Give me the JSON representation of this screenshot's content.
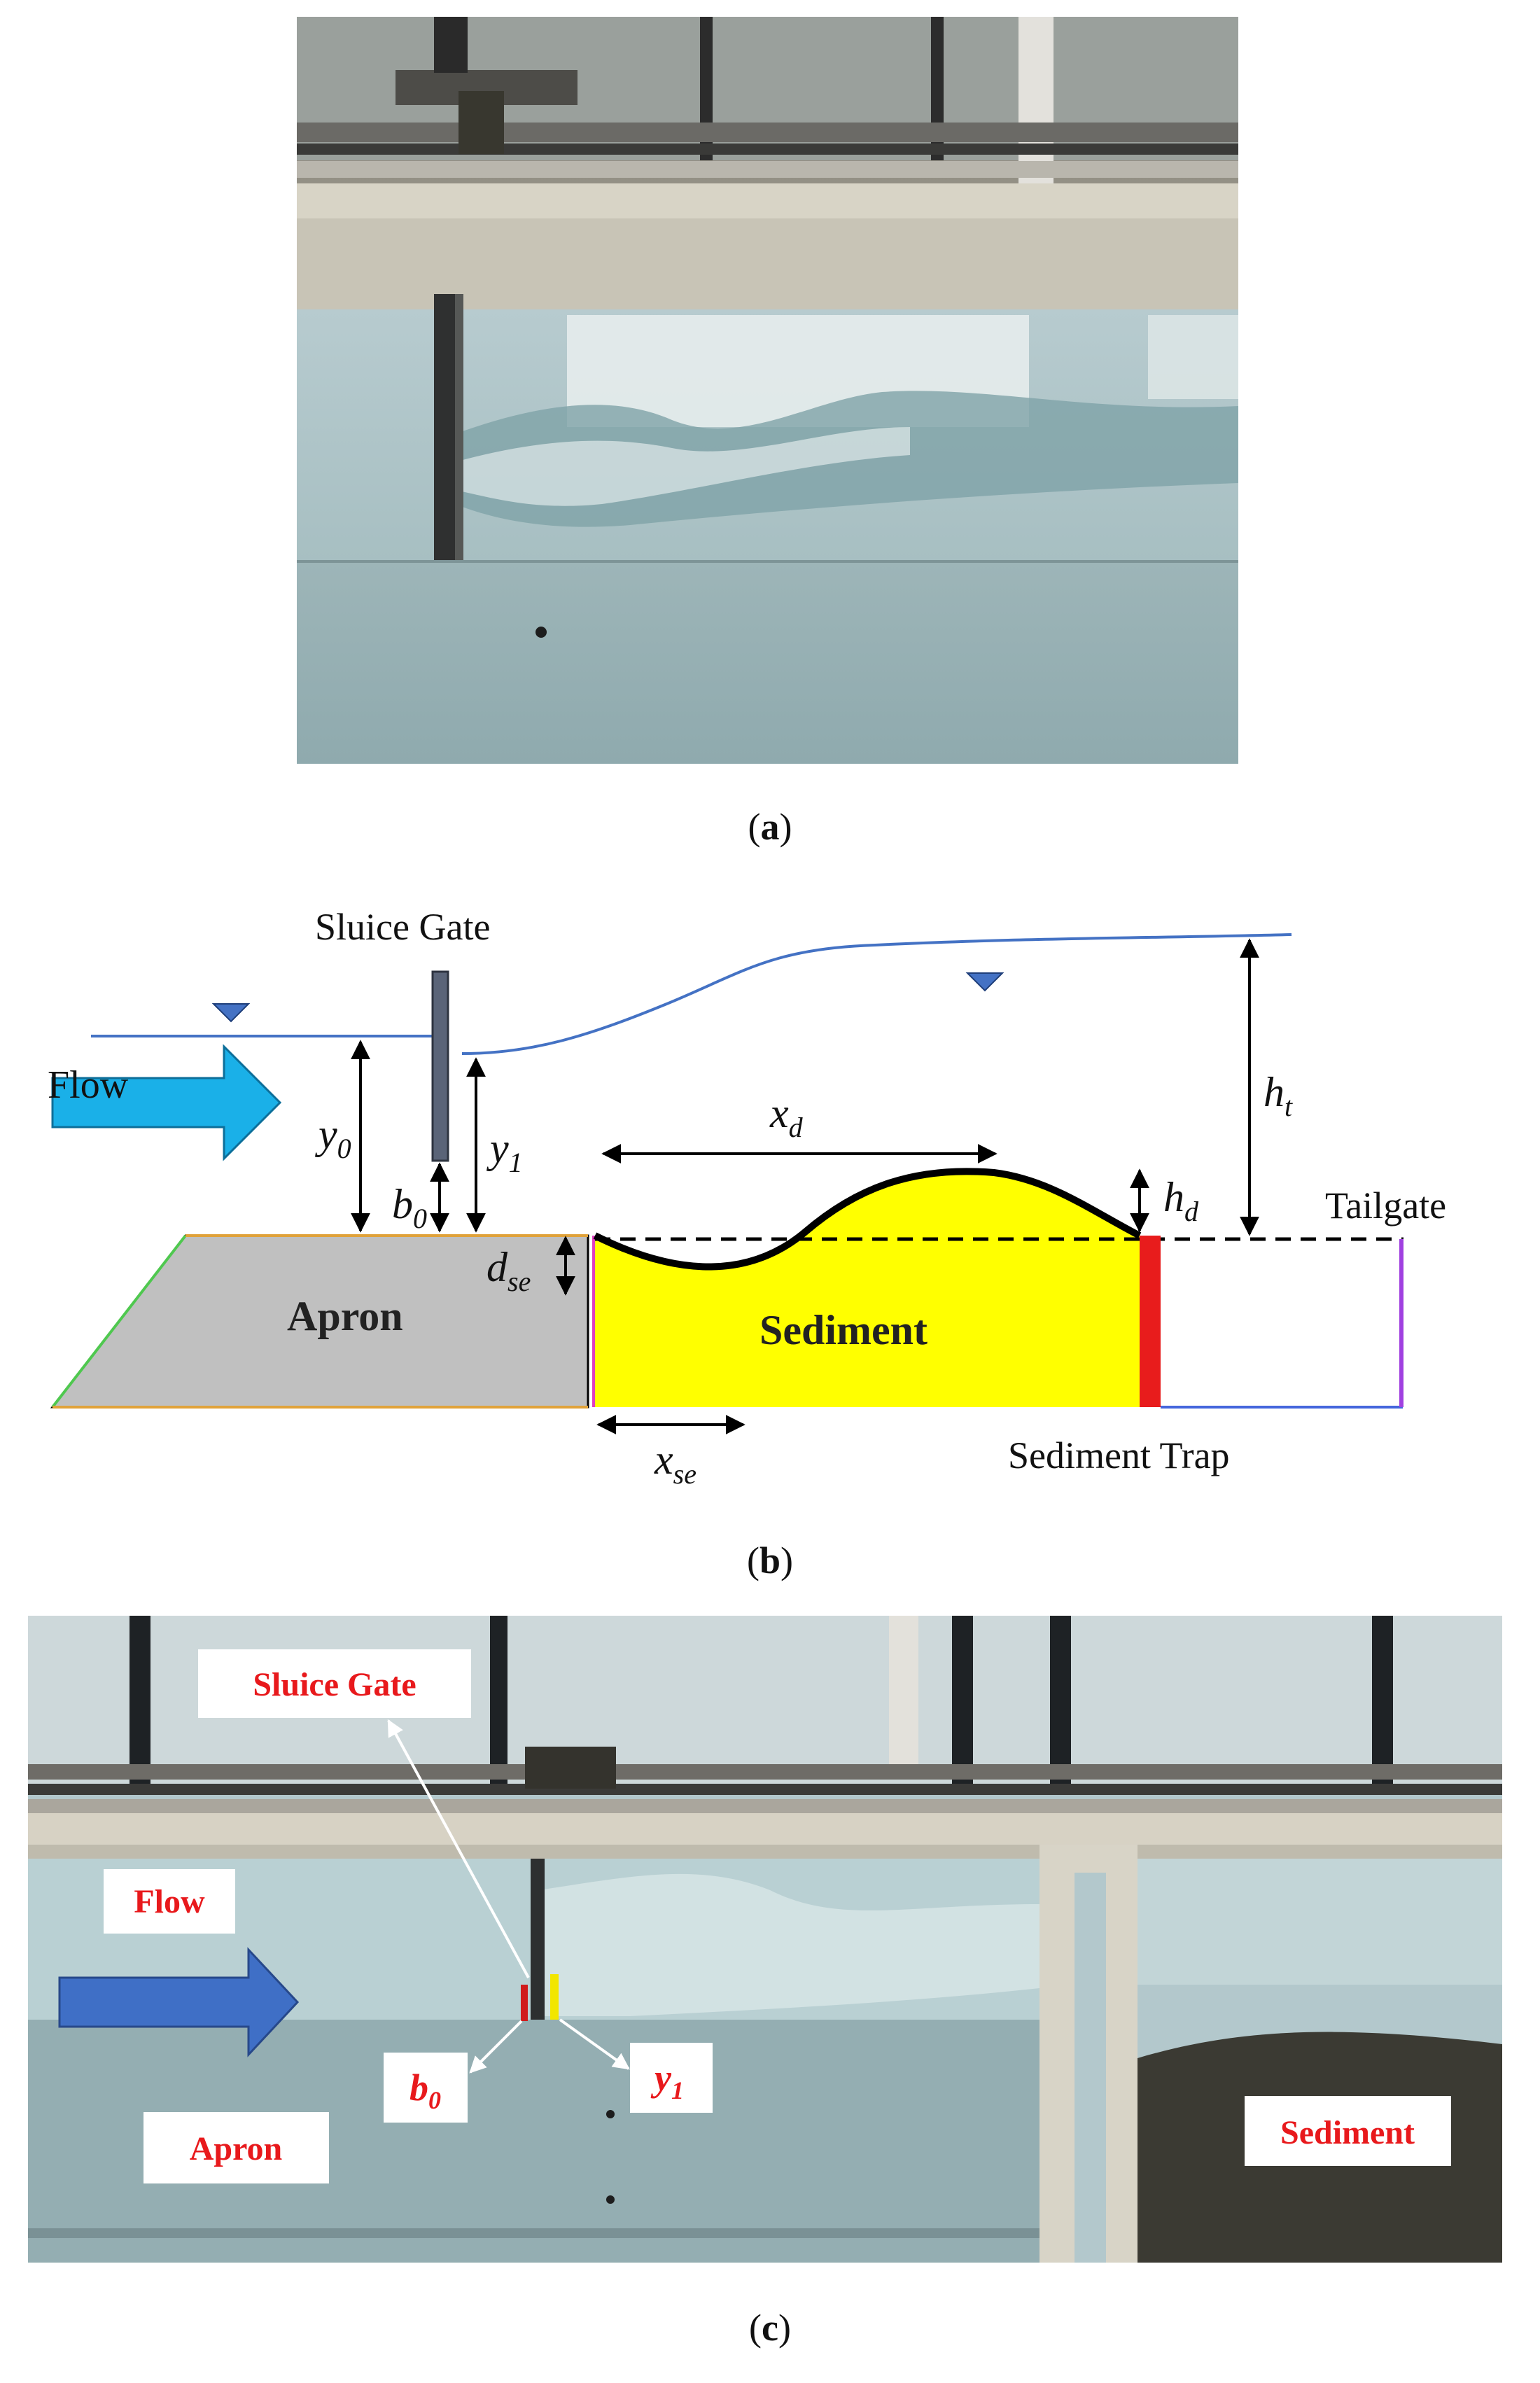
{
  "panel_a": {
    "caption_open": "(",
    "caption_letter": "a",
    "caption_close": ")"
  },
  "panel_b": {
    "caption_open": "(",
    "caption_letter": "b",
    "caption_close": ")",
    "labels": {
      "sluice_gate": "Sluice Gate",
      "flow": "Flow",
      "apron": "Apron",
      "sediment": "Sediment",
      "sediment_trap": "Sediment Trap",
      "tailgate": "Tailgate"
    },
    "symbols": {
      "y0": "y",
      "y0_sub": "0",
      "b0": "b",
      "b0_sub": "0",
      "y1": "y",
      "y1_sub": "1",
      "xd": "x",
      "xd_sub": "d",
      "hd": "h",
      "hd_sub": "d",
      "ht": "h",
      "ht_sub": "t",
      "dse": "d",
      "dse_sub": "se",
      "xse": "x",
      "xse_sub": "se"
    },
    "colors": {
      "water": "#4472c4",
      "flow_arrow": "#1ab0e8",
      "apron": "#c0c0c0",
      "sediment": "#ffff00",
      "trap_wall": "#e81c1c",
      "gate": "#5a6478"
    }
  },
  "panel_c": {
    "caption_open": "(",
    "caption_letter": "c",
    "caption_close": ")",
    "labels": {
      "sluice_gate": "Sluice Gate",
      "flow": "Flow",
      "apron": "Apron",
      "sediment": "Sediment",
      "b0": "b",
      "b0_sub": "0",
      "y1": "y",
      "y1_sub": "1"
    },
    "colors": {
      "label_text": "#e8191c",
      "flow_arrow": "#3f6fc6"
    }
  }
}
